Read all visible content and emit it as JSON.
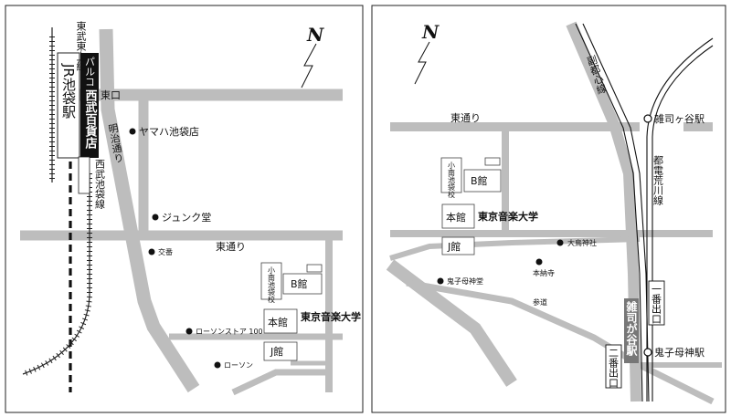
{
  "left_map": {
    "rail_tobu": "東武東上線",
    "jr_station": "JR池袋駅",
    "parco": "パルコ",
    "seibu_dept": "西武百貨店",
    "seibu_line": "西武池袋線",
    "east_exit": "東口",
    "meiji_dori": "明治通り",
    "higashi_dori": "東通り",
    "yamaha": "ヤマハ池袋店",
    "junkudo": "ジュンク堂",
    "koban": "交番",
    "lawson_100": "ローソンストア 100",
    "lawson": "ローソン",
    "school_side": "小南池袋校",
    "b_building": "B館",
    "main_building": "本館",
    "j_building": "J館",
    "college_name": "東京音楽大学"
  },
  "right_map": {
    "higashi_dori": "東通り",
    "fukutoshin_line": "副都心線",
    "zoshigaya_station": "雑司ヶ谷駅",
    "toden_line": "都電荒川線",
    "school_side": "小南池袋校",
    "b_building": "B館",
    "main_building": "本館",
    "college_name": "東京音楽大学",
    "j_building": "J館",
    "otori_jinja": "大鳥神社",
    "honnoji": "本納寺",
    "kishimojin_do": "鬼子母神堂",
    "sando": "参道",
    "metro_station": "雑司が谷駅",
    "exit_1": "一番出口",
    "exit_2": "二番出口",
    "kishibojin_mae": "鬼子母神駅"
  },
  "compass": "N",
  "colors": {
    "road": "#bdbdbd",
    "dark": "#111111",
    "frame": "#222222"
  }
}
